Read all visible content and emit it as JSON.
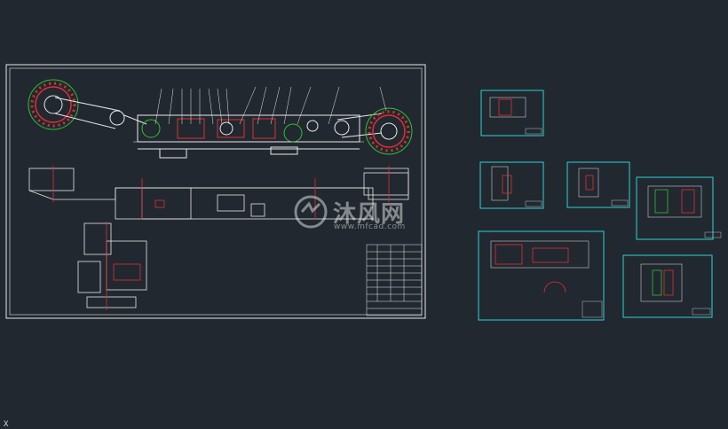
{
  "watermark": {
    "brand": "沐风网",
    "url": "www.mfcad.com"
  },
  "ucs_marker": "X",
  "colors": {
    "background": "#212830",
    "sheet_border": "#e8e8e8",
    "detail_border": "#2bd4d4",
    "part_red": "#e03030",
    "part_green": "#30c030",
    "line_white": "#e8e8e8"
  }
}
